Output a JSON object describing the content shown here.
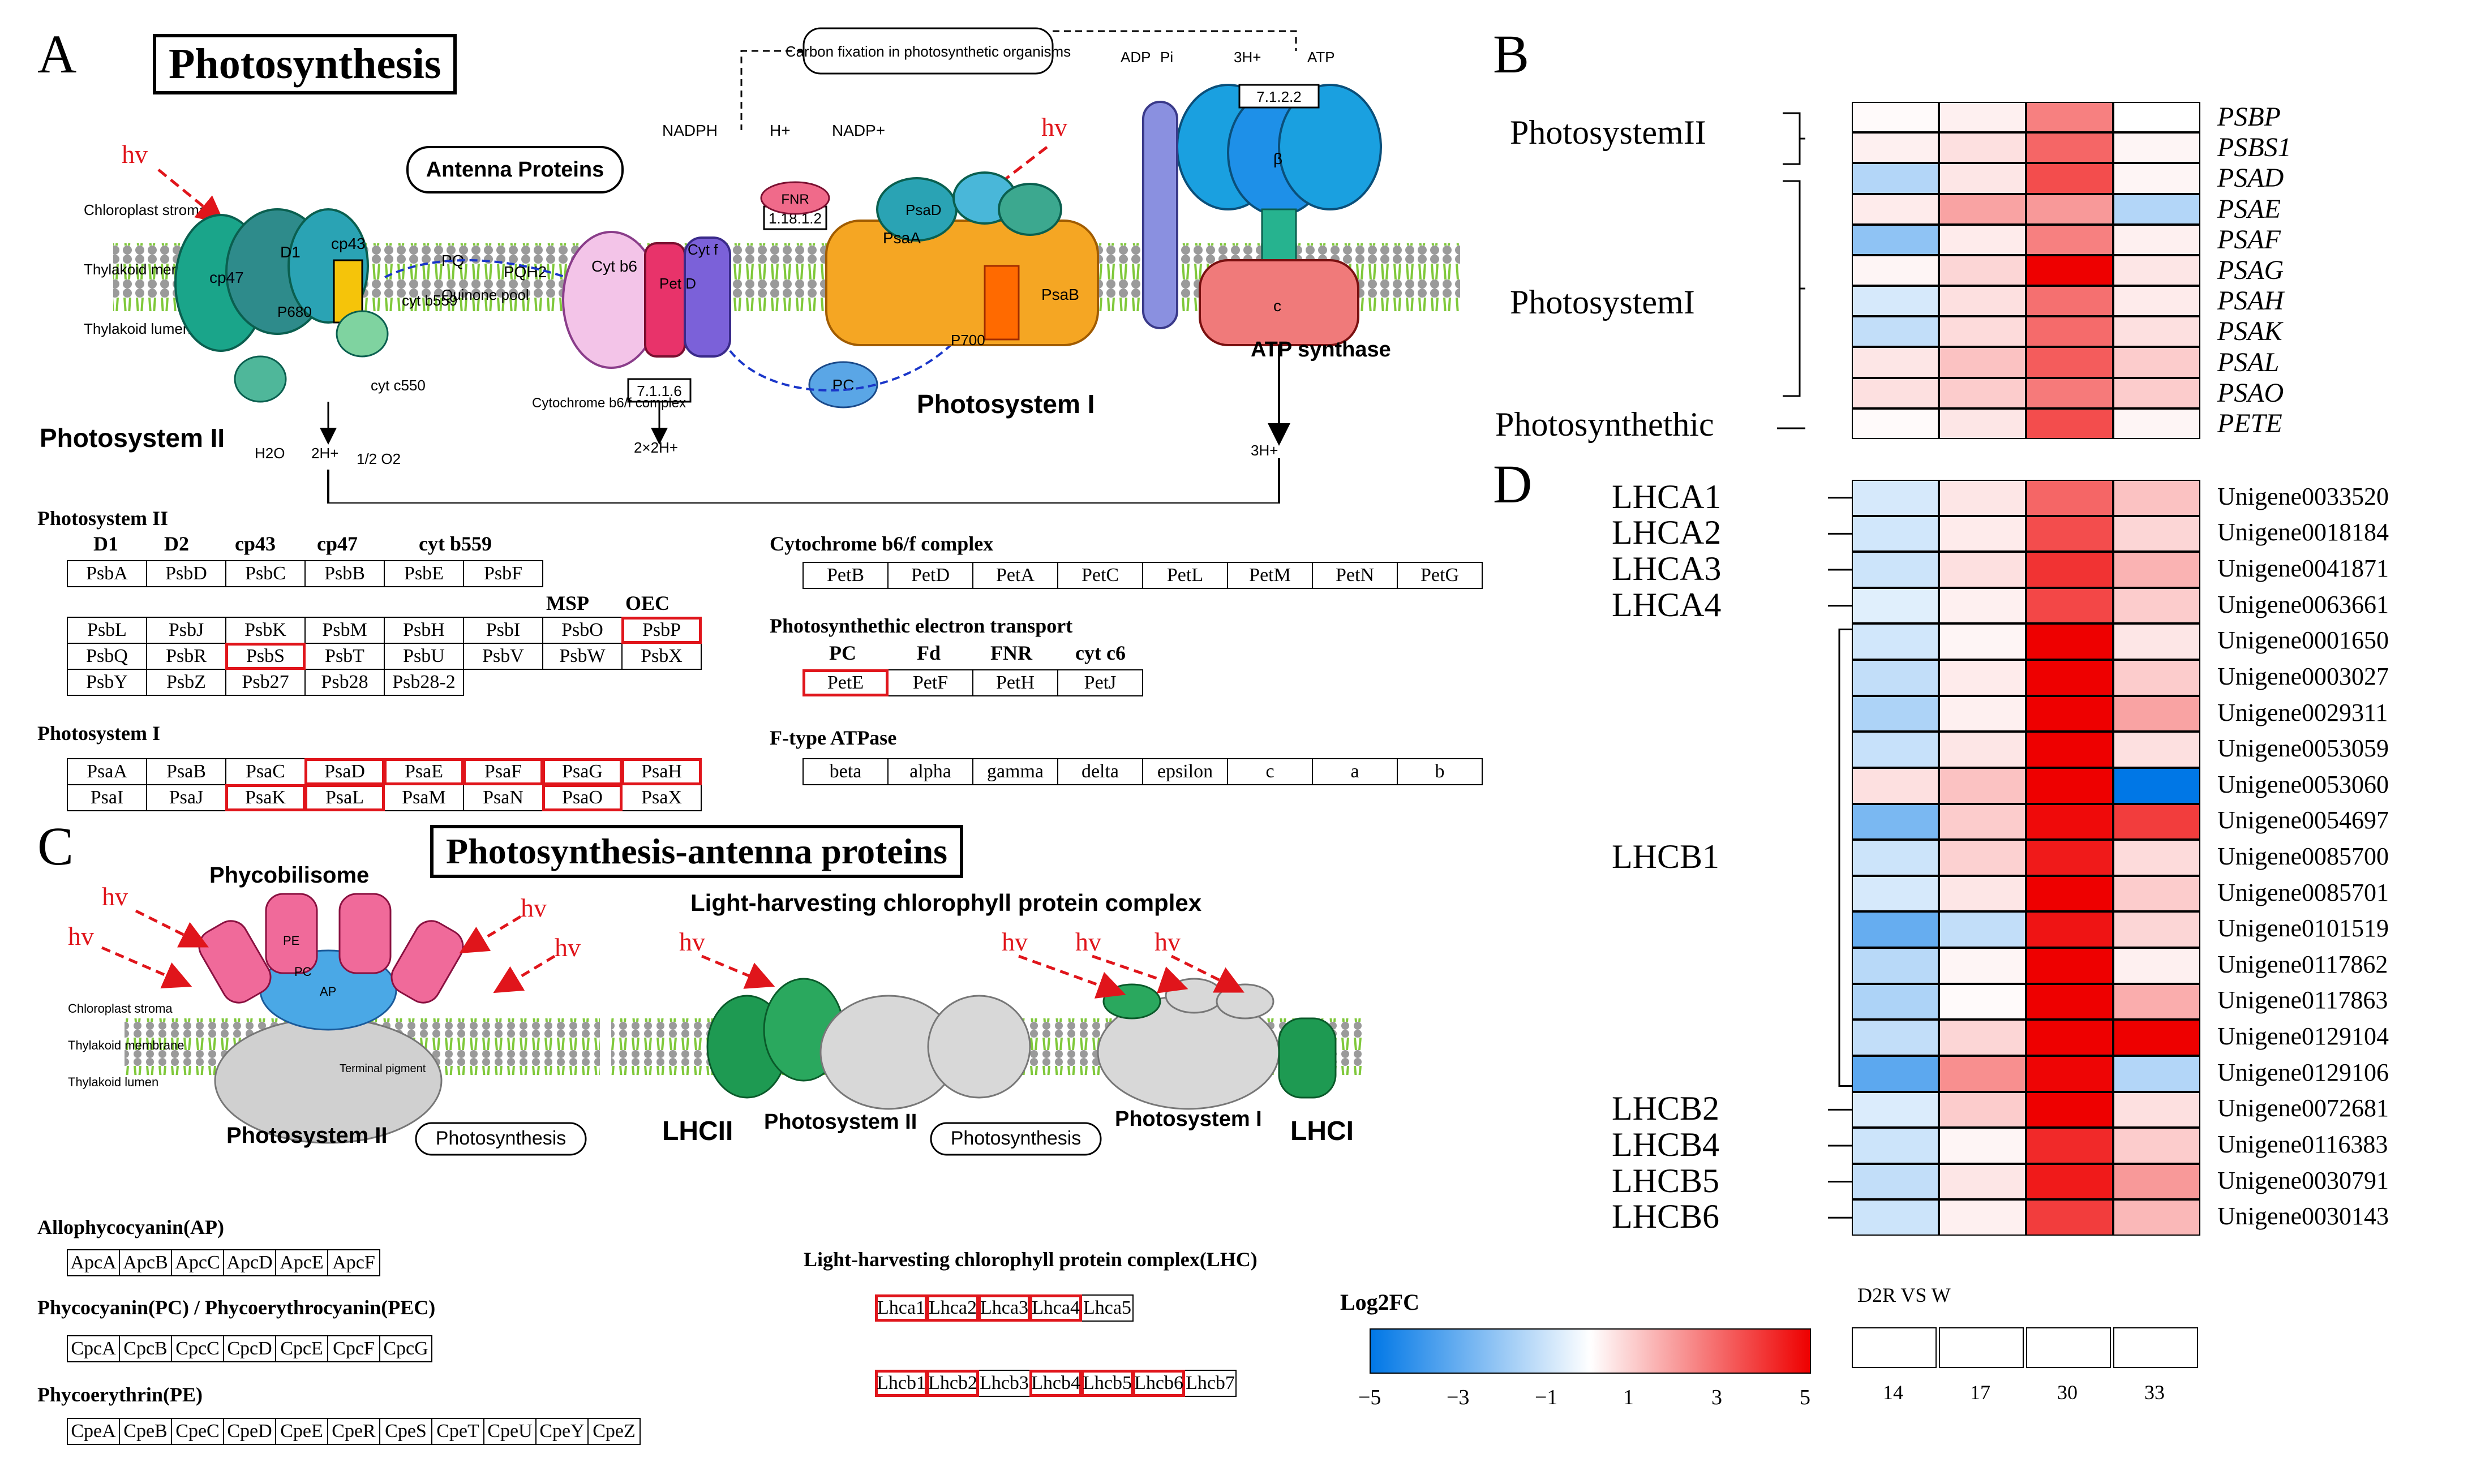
{
  "panelA": {
    "letter": "A",
    "title": "Photosynthesis",
    "diagram": {
      "hv": "hv",
      "antenna": "Antenna Proteins",
      "carbon": "Carbon fixation in photosynthetic organisms",
      "stroma": "Chloroplast stroma",
      "membrane": "Thylakoid membrane",
      "lumen": "Thylakoid lumen",
      "ps2": "Photosystem II",
      "ps1": "Photosystem I",
      "atp": "ATP synthase",
      "cytb6": "Cytochrome b6/f complex",
      "quinone": "Quinone pool",
      "pc": "PC",
      "nadph": "NADPH",
      "nadp": "NADP+",
      "h_plus": "H+",
      "adp": "ADP",
      "pi": "Pi",
      "three_h": "3H+",
      "atp_label": "ATP",
      "h2o": "H2O",
      "two_h": "2H+",
      "half_o2": "1/2 O2",
      "two_x_two_h": "2×2H+",
      "fnr": "FNR",
      "ec_fnr": "1.18.1.2",
      "ec_cyt": "7.1.1.6",
      "ec_atp": "7.1.2.2"
    },
    "ps2": {
      "title": "Photosystem II",
      "headers": [
        "D1",
        "D2",
        "cp43",
        "cp47",
        "cyt b559",
        "MSP",
        "OEC"
      ],
      "row1": [
        "PsbA",
        "PsbD",
        "PsbC",
        "PsbB",
        "PsbE",
        "PsbF"
      ],
      "row2": [
        "PsbL",
        "PsbJ",
        "PsbK",
        "PsbM",
        "PsbH",
        "PsbI",
        "PsbO",
        "PsbP"
      ],
      "row3": [
        "PsbQ",
        "PsbR",
        "PsbS",
        "PsbT",
        "PsbU",
        "PsbV",
        "PsbW",
        "PsbX"
      ],
      "row4": [
        "PsbY",
        "PsbZ",
        "Psb27",
        "Psb28",
        "Psb28-2"
      ]
    },
    "ps1": {
      "title": "Photosystem I",
      "row1": [
        "PsaA",
        "PsaB",
        "PsaC",
        "PsaD",
        "PsaE",
        "PsaF",
        "PsaG",
        "PsaH"
      ],
      "row2": [
        "PsaI",
        "PsaJ",
        "PsaK",
        "PsaL",
        "PsaM",
        "PsaN",
        "PsaO",
        "PsaX"
      ]
    },
    "cytb6f": {
      "title": "Cytochrome b6/f complex",
      "row": [
        "PetB",
        "PetD",
        "PetA",
        "PetC",
        "PetL",
        "PetM",
        "PetN",
        "PetG"
      ]
    },
    "pet": {
      "title": "Photosynthethic electron transport",
      "headers": [
        "PC",
        "Fd",
        "FNR",
        "cyt c6"
      ],
      "row": [
        "PetE",
        "PetF",
        "PetH",
        "PetJ"
      ]
    },
    "ftype": {
      "title": "F-type ATPase",
      "row": [
        "beta",
        "alpha",
        "gamma",
        "delta",
        "epsilon",
        "c",
        "a",
        "b"
      ]
    }
  },
  "panelB": {
    "letter": "B",
    "groups": [
      "PhotosystemII",
      "PhotosystemI",
      "Photosynthethic"
    ],
    "genes": [
      "PSBP",
      "PSBS1",
      "PSAD",
      "PSAE",
      "PSAF",
      "PSAG",
      "PSAH",
      "PSAK",
      "PSAL",
      "PSAO",
      "PETE"
    ],
    "values": [
      [
        0.1,
        0.3,
        2.5,
        0.0
      ],
      [
        0.3,
        0.6,
        3.0,
        0.2
      ],
      [
        -1.5,
        0.5,
        3.5,
        0.2
      ],
      [
        0.4,
        1.8,
        2.0,
        -1.5
      ],
      [
        -2.2,
        0.4,
        2.5,
        0.3
      ],
      [
        0.2,
        0.8,
        5.0,
        0.5
      ],
      [
        -0.8,
        0.6,
        2.8,
        0.4
      ],
      [
        -1.2,
        0.7,
        2.9,
        0.6
      ],
      [
        0.5,
        1.2,
        3.2,
        1.0
      ],
      [
        0.6,
        1.0,
        2.6,
        1.0
      ],
      [
        0.1,
        0.5,
        3.5,
        0.2
      ]
    ]
  },
  "panelC": {
    "letter": "C",
    "title": "Photosynthesis-antenna proteins",
    "diagram": {
      "phycobilisome": "Phycobilisome",
      "lhc_complex": "Light-harvesting chlorophyll protein complex",
      "hv": "hv",
      "pe": "PE",
      "pc": "PC",
      "ap": "AP",
      "stroma": "Chloroplast stroma",
      "membrane": "Thylakoid membrane",
      "lumen": "Thylakoid lumen",
      "ps2": "Photosystem II",
      "ps1": "Photosystem I",
      "photosynthesis": "Photosynthesis",
      "lhcii": "LHCII",
      "lhci": "LHCI",
      "terminal": "Terminal pigment"
    },
    "ap": {
      "title": "Allophycocyanin(AP)",
      "row": [
        "ApcA",
        "ApcB",
        "ApcC",
        "ApcD",
        "ApcE",
        "ApcF"
      ]
    },
    "pc": {
      "title": "Phycocyanin(PC) / Phycoerythrocyanin(PEC)",
      "row": [
        "CpcA",
        "CpcB",
        "CpcC",
        "CpcD",
        "CpcE",
        "CpcF",
        "CpcG"
      ]
    },
    "pe": {
      "title": "Phycoerythrin(PE)",
      "row": [
        "CpeA",
        "CpeB",
        "CpeC",
        "CpeD",
        "CpeE",
        "CpeR",
        "CpeS",
        "CpeT",
        "CpeU",
        "CpeY",
        "CpeZ"
      ]
    },
    "lhc": {
      "title": "Light-harvesting chlorophyll protein complex(LHC)",
      "row1": [
        "Lhca1",
        "Lhca2",
        "Lhca3",
        "Lhca4",
        "Lhca5"
      ],
      "row2": [
        "Lhcb1",
        "Lhcb2",
        "Lhcb3",
        "Lhcb4",
        "Lhcb5",
        "Lhcb6",
        "Lhcb7"
      ]
    }
  },
  "panelD": {
    "letter": "D",
    "groups": [
      "LHCA1",
      "LHCA2",
      "LHCA3",
      "LHCA4",
      "LHCB1",
      "LHCB2",
      "LHCB4",
      "LHCB5",
      "LHCB6"
    ],
    "genes": [
      "Unigene0033520",
      "Unigene0018184",
      "Unigene0041871",
      "Unigene0063661",
      "Unigene0001650",
      "Unigene0003027",
      "Unigene0029311",
      "Unigene0053059",
      "Unigene0053060",
      "Unigene0054697",
      "Unigene0085700",
      "Unigene0085701",
      "Unigene0101519",
      "Unigene0117862",
      "Unigene0117863",
      "Unigene0129104",
      "Unigene0129106",
      "Unigene0072681",
      "Unigene0116383",
      "Unigene0030791",
      "Unigene0030143"
    ],
    "values": [
      [
        -0.8,
        0.5,
        3.0,
        1.2
      ],
      [
        -0.9,
        0.4,
        3.5,
        0.8
      ],
      [
        -1.0,
        0.6,
        4.0,
        1.5
      ],
      [
        -0.6,
        0.3,
        3.6,
        1.0
      ],
      [
        -0.9,
        0.2,
        5.0,
        0.5
      ],
      [
        -1.2,
        0.4,
        5.0,
        1.0
      ],
      [
        -1.6,
        0.3,
        5.0,
        1.8
      ],
      [
        -1.1,
        0.5,
        5.0,
        0.6
      ],
      [
        0.6,
        1.2,
        5.0,
        -5.0
      ],
      [
        -2.6,
        1.0,
        4.8,
        3.8
      ],
      [
        -1.0,
        0.9,
        4.5,
        0.7
      ],
      [
        -0.8,
        0.5,
        5.0,
        1.0
      ],
      [
        -3.0,
        -1.2,
        4.6,
        0.8
      ],
      [
        -1.4,
        0.2,
        5.0,
        0.3
      ],
      [
        -1.6,
        0.1,
        5.0,
        1.6
      ],
      [
        -1.2,
        0.8,
        5.0,
        5.0
      ],
      [
        -3.2,
        2.2,
        4.9,
        -1.5
      ],
      [
        -0.7,
        1.0,
        5.0,
        0.6
      ],
      [
        -1.0,
        0.2,
        4.2,
        1.0
      ],
      [
        -1.2,
        0.5,
        4.5,
        2.0
      ],
      [
        -1.0,
        0.3,
        3.8,
        1.4
      ]
    ]
  },
  "legend": {
    "title": "Log2FC",
    "ticks": [
      "−5",
      "−3",
      "−1",
      "1",
      "3",
      "5"
    ],
    "colors": {
      "low": "#0077e6",
      "mid": "#ffffff",
      "high": "#ee0000"
    }
  },
  "samples": {
    "title": "D2R VS W",
    "labels": [
      "14",
      "17",
      "30",
      "33"
    ]
  }
}
